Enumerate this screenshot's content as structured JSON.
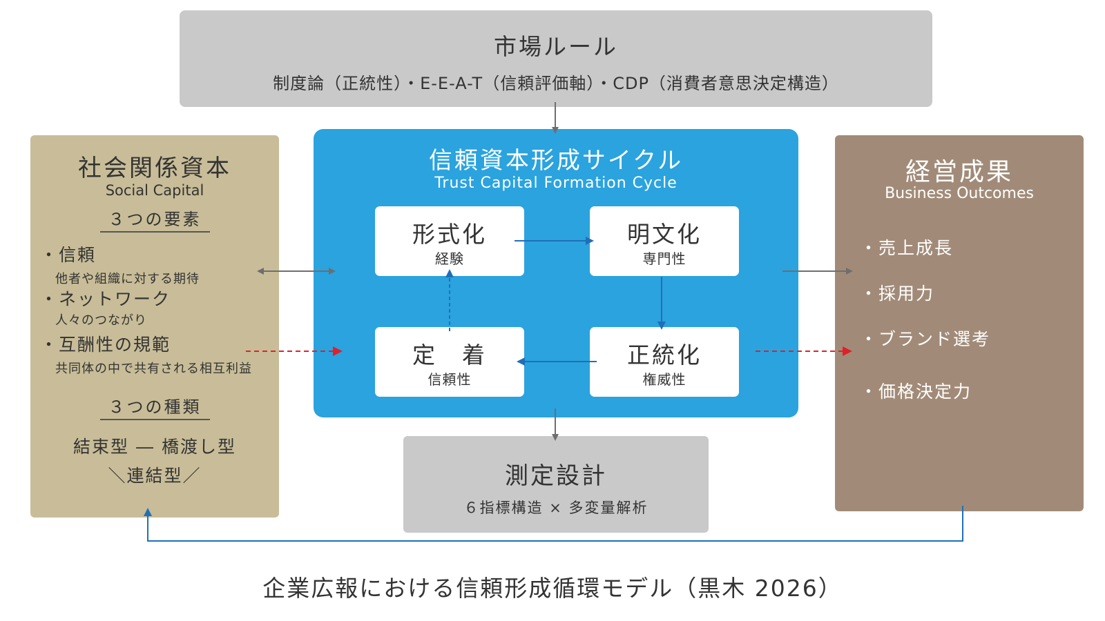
{
  "market": {
    "title": "市場ルール",
    "subtitle": "制度論（正統性）・E-E-A-T（信頼評価軸）・CDP（消費者意思決定構造）"
  },
  "social_capital": {
    "title": "社会関係資本",
    "title_en": "Social Capital",
    "elements_heading": "３つの要素",
    "elements": [
      {
        "label": "・信頼",
        "note": "他者や組織に対する期待"
      },
      {
        "label": "・ネットワーク",
        "note": "人々のつながり"
      },
      {
        "label": "・互酬性の規範",
        "note": "共同体の中で共有される相互利益"
      }
    ],
    "types_heading": "３つの種類",
    "types_line1": "結束型 ― 橋渡し型",
    "types_line2": "＼連結型／"
  },
  "cycle": {
    "title": "信頼資本形成サイクル",
    "title_en": "Trust Capital Formation Cycle",
    "nodes": [
      {
        "title": "形式化",
        "subtitle": "経験"
      },
      {
        "title": "明文化",
        "subtitle": "専門性"
      },
      {
        "title": "正統化",
        "subtitle": "権威性"
      },
      {
        "title": "定　着",
        "subtitle": "信頼性"
      }
    ]
  },
  "measurement": {
    "title": "測定設計",
    "subtitle": "６指標構造 × 多変量解析"
  },
  "outcomes": {
    "title": "経営成果",
    "title_en": "Business Outcomes",
    "items": [
      "・売上成長",
      "・採用力",
      "・ブランド選考",
      "・価格決定力"
    ]
  },
  "caption": "企業広報における信頼形成循環モデル（黒木 2026）",
  "colors": {
    "cycle_bg": "#2aa3df",
    "social_bg": "#c8bd98",
    "outcomes_bg": "#a18b78",
    "gray_box": "#c9c9c9",
    "arrow_gray": "#6e6e6e",
    "arrow_blue": "#1f6fb8",
    "arrow_red": "#e0202a"
  }
}
